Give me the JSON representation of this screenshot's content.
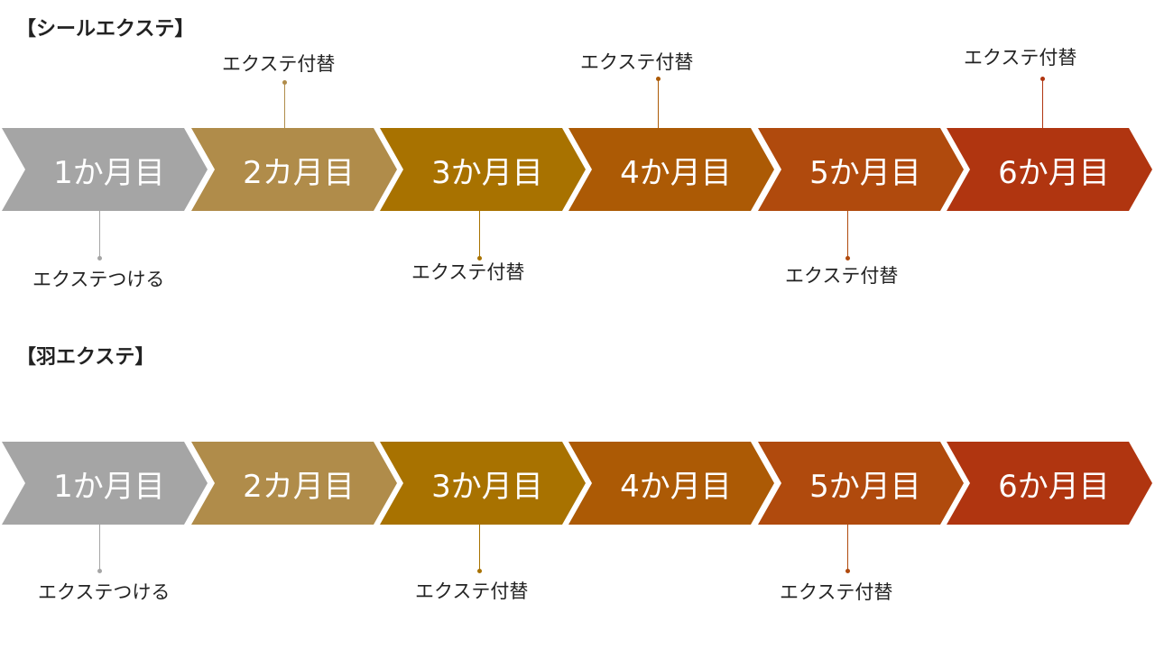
{
  "sections": [
    {
      "title": "【シールエクステ】",
      "months": [
        "1か月目",
        "2カ月目",
        "3か月目",
        "4か月目",
        "5か月目",
        "6か月目"
      ],
      "notes": [
        {
          "month": 1,
          "position": "below",
          "text": "エクステつける"
        },
        {
          "month": 2,
          "position": "above",
          "text": "エクステ付替"
        },
        {
          "month": 3,
          "position": "below",
          "text": "エクステ付替"
        },
        {
          "month": 4,
          "position": "above",
          "text": "エクステ付替"
        },
        {
          "month": 5,
          "position": "below",
          "text": "エクステ付替"
        },
        {
          "month": 6,
          "position": "above",
          "text": "エクステ付替"
        }
      ]
    },
    {
      "title": "【羽エクステ】",
      "months": [
        "1か月目",
        "2カ月目",
        "3か月目",
        "4か月目",
        "5か月目",
        "6か月目"
      ],
      "notes": [
        {
          "month": 1,
          "position": "below",
          "text": "エクステつける"
        },
        {
          "month": 3,
          "position": "below",
          "text": "エクステ付替"
        },
        {
          "month": 5,
          "position": "below",
          "text": "エクステ付替"
        }
      ]
    }
  ],
  "colors": [
    "#a5a5a5",
    "#b08c4a",
    "#a87200",
    "#ac5a05",
    "#b04a0d",
    "#b03510"
  ]
}
